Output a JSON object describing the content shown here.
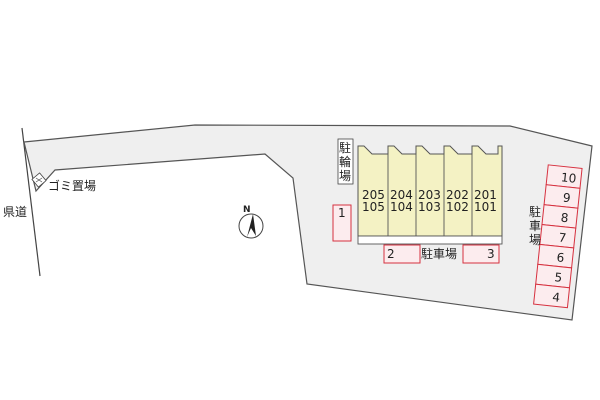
{
  "map": {
    "road_label": "県道",
    "garbage_label": "ゴミ置場",
    "bike_parking_label": [
      "駐",
      "輪",
      "場"
    ],
    "parking_bottom_label": "駐車場",
    "parking_right_label": [
      "駐",
      "車",
      "場"
    ],
    "north_label": "N",
    "units": [
      {
        "upper": "205",
        "lower": "105"
      },
      {
        "upper": "204",
        "lower": "104"
      },
      {
        "upper": "203",
        "lower": "103"
      },
      {
        "upper": "202",
        "lower": "102"
      },
      {
        "upper": "201",
        "lower": "101"
      }
    ],
    "parking_left": [
      "1"
    ],
    "parking_bottom": [
      "2",
      "3"
    ],
    "parking_right": [
      "10",
      "9",
      "8",
      "7",
      "6",
      "5",
      "4"
    ],
    "colors": {
      "lot_fill": "#efefef",
      "lot_stroke": "#555555",
      "building_fill": "#f4f2c4",
      "parking_fill": "#fcecee",
      "parking_stroke": "#d6313f"
    }
  }
}
